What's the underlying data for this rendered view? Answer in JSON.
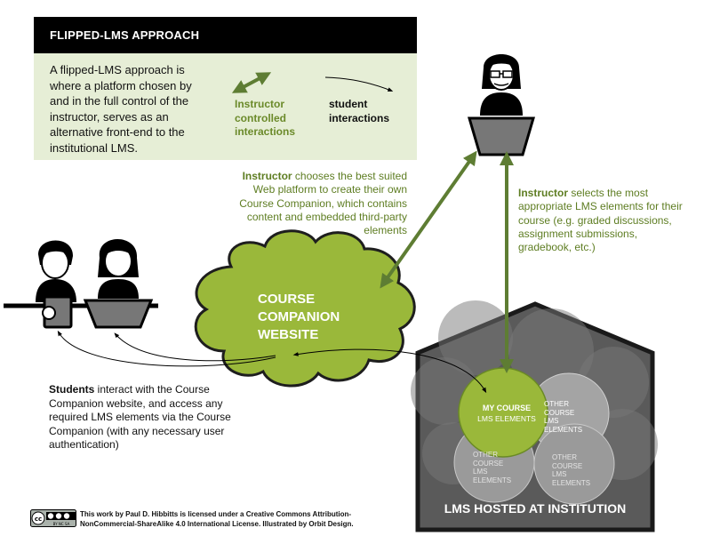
{
  "legend": {
    "title": "FLIPPED-LMS APPROACH",
    "description": "A flipped-LMS approach is where a platform chosen by and in the full control of the instructor, serves as an alternative front-end to the institutional LMS.",
    "instructor_key": "Instructor controlled interactions",
    "student_key": "student interactions"
  },
  "annotations": {
    "instructor_choose_bold": "Instructor",
    "instructor_choose_rest": " chooses the best suited Web platform to create their own Course Companion, which contains content and embedded third-party elements",
    "instructor_select_bold": "Instructor",
    "instructor_select_rest": " selects the most appropriate LMS elements for their course (e.g. graded discussions, assignment submissions, gradebook, etc.)",
    "students_bold": "Students",
    "students_rest": " interact with the Course Companion website, and access any required LMS elements via the Course Companion (with any necessary user authentication)"
  },
  "cloud": {
    "line1": "COURSE",
    "line2": "COMPANION",
    "line3": "WEBSITE"
  },
  "lms": {
    "title": "LMS HOSTED AT INSTITUTION",
    "my_course_line1": "MY COURSE",
    "my_course_line2": "LMS ELEMENTS",
    "other_line1": "OTHER",
    "other_line2": "COURSE",
    "other_line3": "LMS ELEMENTS"
  },
  "license": {
    "text": "This work by Paul D. Hibbitts is licensed under a Creative Commons Attribution-NonCommercial-ShareAlike 4.0 International License. Illustrated by Orbit Design.",
    "badge": "cc BY NC SA"
  },
  "colors": {
    "green_arrow": "#5e7d33",
    "cloud_fill": "#9ab83a",
    "my_course_fill": "#9ab83a",
    "house_fill": "#5a5a5a",
    "legend_bg": "#e6eed6"
  }
}
